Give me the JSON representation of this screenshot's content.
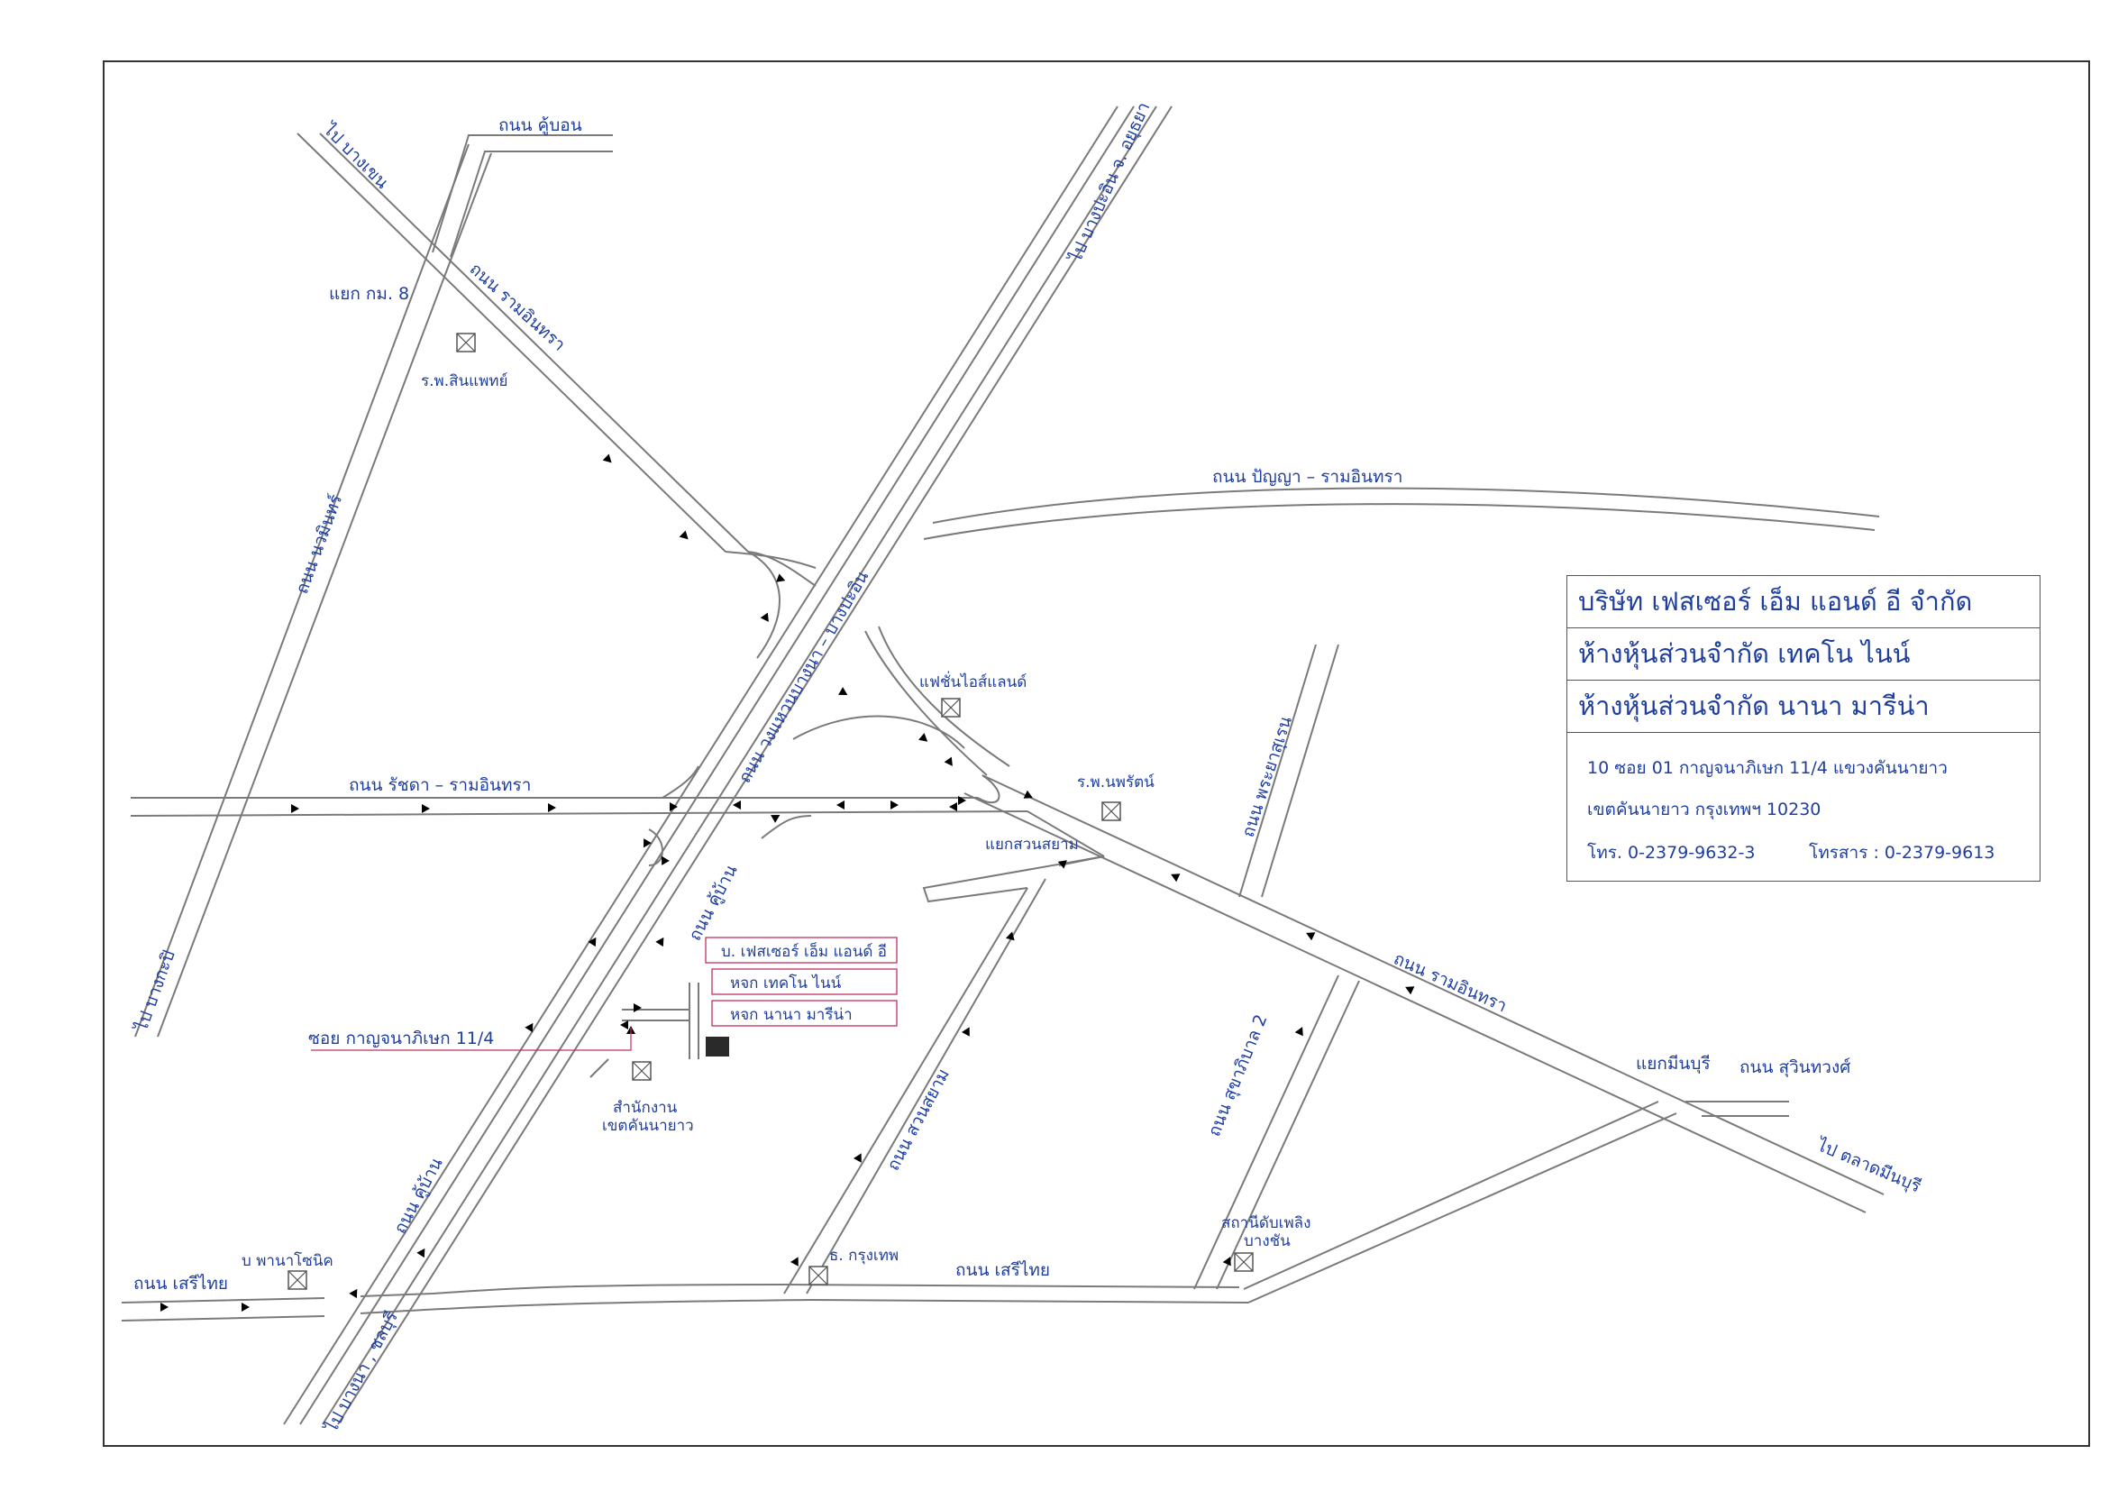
{
  "company": {
    "name1": "บริษัท เฟสเซอร์ เอ็ม แอนด์ อี จำกัด",
    "name2": "ห้างหุ้นส่วนจำกัด เทคโน ไนน์",
    "name3": "ห้างหุ้นส่วนจำกัด นานา มารีน่า",
    "addr1": "10 ซอย 01  กาญจนาภิเษก 11/4  แขวงคันนายาว",
    "addr2": "เขตคันนายาว  กรุงเทพฯ  10230",
    "phone": "โทร. 0-2379-9632-3",
    "fax": "โทรสาร : 0-2379-9613"
  },
  "labels": {
    "to_bangkhen": "ไป บางเขน",
    "road_kuubon": "ถนน คู้บอน",
    "road_ramintra_upper": "ถนน รามอินทรา",
    "junction_km8": "แยก กม. 8",
    "to_bangpain": "ไป บางปะอิน จ. อยุธยา",
    "hosp_sinphaet": "ร.พ.สินแพทย์",
    "road_nawamin": "ถนน นวมินทร์",
    "road_panya_ramintra": "ถนน ปัญญา – รามอินทรา",
    "road_outer_ring": "ถนน วงแหวนบางนา – บางปะอิน",
    "fashion_island": "แฟชั่นไอส์แลนด์",
    "road_ratchada_ramintra": "ถนน รัชดา – รามอินทรา",
    "hosp_nopparat": "ร.พ.นพรัตน์",
    "road_phrayasuren": "ถนน พระยาสุเรน",
    "junction_suansiam": "แยกสวนสยาม",
    "road_kuuban_upper": "ถนน คู้บ้าน",
    "tag_fesser": "บ. เฟสเซอร์ เอ็ม แอนด์ อี",
    "tag_techno": "หจก เทคโน ไนน์",
    "tag_nana": "หจก นานา มารีน่า",
    "soi_kanchana": "ซอย กาญจนาภิเษก 11/4",
    "district_office_1": "สำนักงาน",
    "district_office_2": "เขตคันนายาว",
    "road_ramintra_lower": "ถนน รามอินทรา",
    "junction_minburi": "แยกมีนบุรี",
    "road_sukhaphiban2": "ถนน สุขาภิบาล 2",
    "road_suwinthawong": "ถนน สุวินทวงศ์",
    "road_suansiam": "ถนน สวนสยาม",
    "road_kuuban_lower": "ถนน คู้บ้าน",
    "to_minburi_market": "ไป ตลาดมีนบุรี",
    "to_bangkapi": "ไป บางกะปิ",
    "panasonic": "บ พานาโซนิค",
    "road_serithai_left": "ถนน เสรีไทย",
    "bangkok_bank": "ธ. กรุงเทพ",
    "road_serithai_mid": "ถนน เสรีไทย",
    "fire_station_1": "สถานีดับเพลิง",
    "fire_station_2": "บางชัน",
    "to_bangna_chonburi": "ไป บางนา , ชลบุรี"
  },
  "colors": {
    "road": "#7a7a7a",
    "label_text": "#1f3fa0",
    "arrow": "#c0208a",
    "tag_border": "#c03060",
    "building": "#2a2a2a"
  }
}
